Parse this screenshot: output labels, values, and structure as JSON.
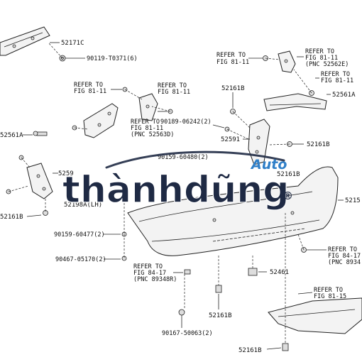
{
  "labels": {
    "p52171C": "52171C",
    "p90119": "90119-T0371(6)",
    "refer_fig_81_11_top_a": "REFER TO",
    "refer_fig_81_11_top_b": "FIG 81-11",
    "refer_fig_81_11_right_a": "REFER TO",
    "refer_fig_81_11_right_b": "FIG 81-11",
    "refer_fig_81_11_right_c": "(PNC 52562E)",
    "refer_fig_81_11_right2_a": "REFER TO",
    "refer_fig_81_11_right2_b": "FIG 81-11",
    "refer_left_a": "REFER TO",
    "refer_left_b": "FIG 81-11",
    "refer_mid_a": "REFER TO",
    "refer_mid_b": "FIG 81-11",
    "p52161B_top": "52161B",
    "p52561A_right": "52561A",
    "p52561A_left": "52561A",
    "refer_563_a": "REFER TO",
    "refer_563_b": "FIG 81-11",
    "refer_563_c": "(PNC 52563D)",
    "p90189": "90189-06242(2)",
    "p52591": "52591",
    "p52161B_right": "52161B",
    "p90159_a": "90159-60480(2)",
    "p52161B_mid": "52161B",
    "p5259_left": "5259",
    "p52198A": "52198A(LH)",
    "p52161B_left": "52161B",
    "p5215": "5215",
    "p90159_b": "90159-60477(2)",
    "p90467": "90467-05170(2)",
    "refer_84_a": "REFER TO",
    "refer_84_b": "FIG 84-17",
    "refer_84_c": "(PNC 89348R)",
    "refer_84r_a": "REFER TO",
    "refer_84r_b": "FIG 84-17",
    "refer_84r_c": "(PNC 8934",
    "p52461": "52461",
    "p52161B_bottom": "52161B",
    "refer_81_15_a": "REFER TO",
    "refer_81_15_b": "FIG 81-15",
    "p90167": "90167-50063(2)",
    "p52161B_foot": "52161B"
  },
  "watermark": {
    "brand_main": "thànhdũng",
    "brand_script": "Auto",
    "registered": "®",
    "color_main": "#2d6fb3",
    "color_dark": "#1f2a44",
    "color_script": "#2f7fc8"
  }
}
